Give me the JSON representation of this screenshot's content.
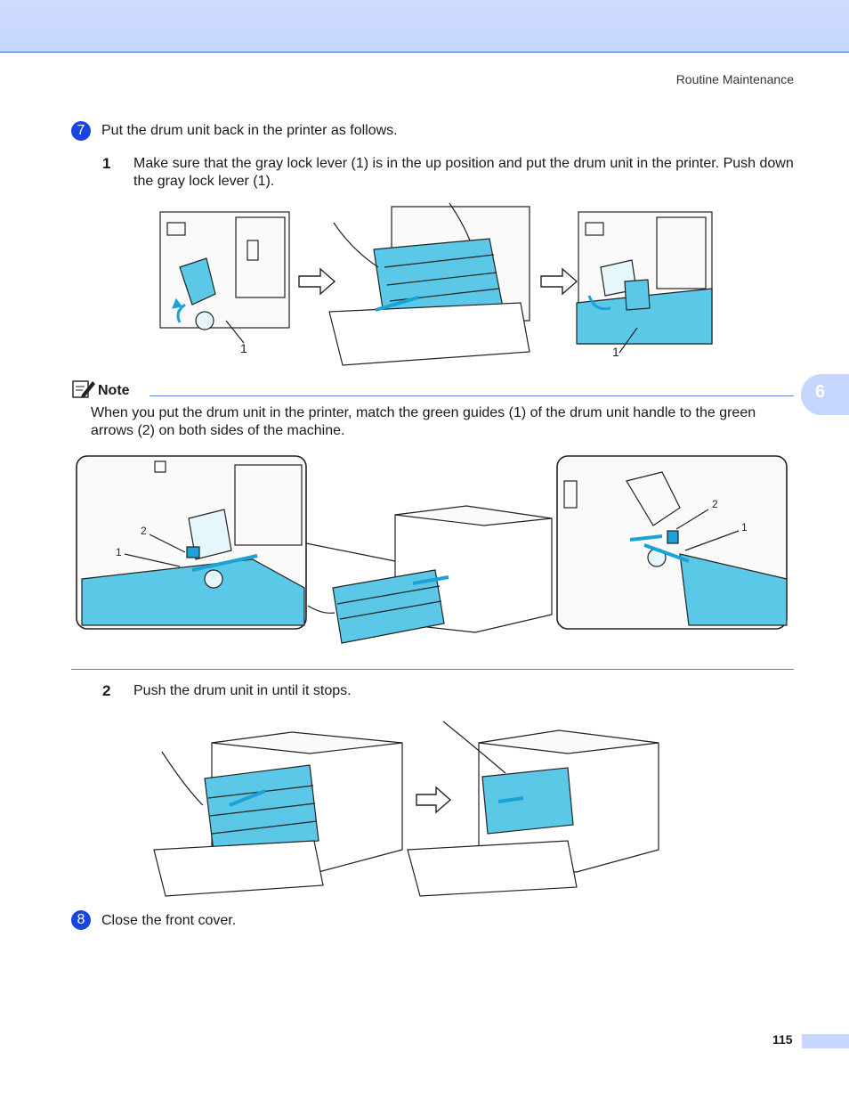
{
  "header": {
    "section_title": "Routine Maintenance"
  },
  "chapter_tab": {
    "number": "6"
  },
  "steps": [
    {
      "marker": "7",
      "text": "Put the drum unit back in the printer as follows."
    },
    {
      "marker": "8",
      "text": "Close the front cover."
    }
  ],
  "substeps": [
    {
      "number": "1",
      "text": "Make sure that the gray lock lever (1) is in the up position and put the drum unit in the printer.  Push down the gray lock lever (1)."
    },
    {
      "number": "2",
      "text": "Push the drum unit in until it stops."
    }
  ],
  "note": {
    "label": "Note",
    "text": "When you put the drum unit in the printer, match the green guides (1) of the drum unit handle to the green arrows (2) on both sides of the machine."
  },
  "figure1_callouts": {
    "left": "1",
    "right": "1"
  },
  "figure2_callouts": {
    "left_a": "2",
    "left_b": "1",
    "right_a": "2",
    "right_b": "1"
  },
  "footer": {
    "page_number": "115"
  },
  "colors": {
    "accent": "#1b45e0",
    "tab": "#c6d6ff",
    "illustration_cyan": "#5bc8e8"
  }
}
